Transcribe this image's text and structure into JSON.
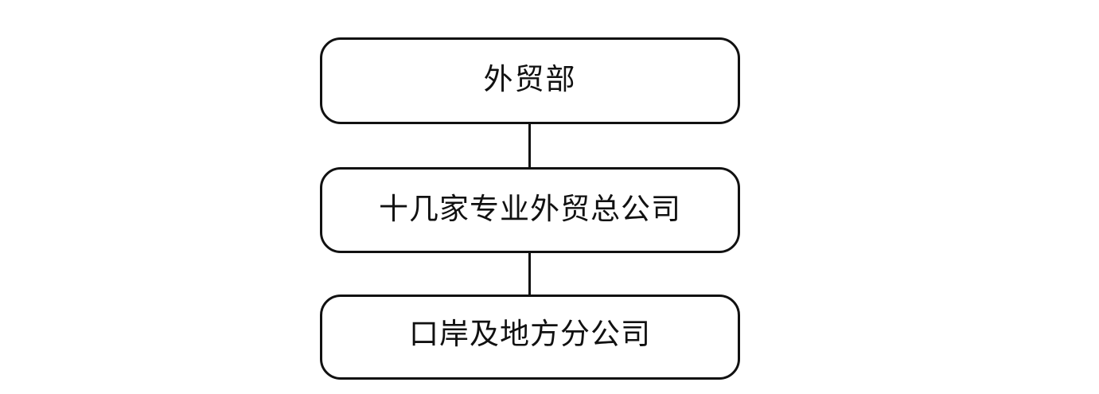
{
  "diagram": {
    "type": "vertical-hierarchy-flowchart",
    "orientation": "top-to-bottom",
    "background_color": "#ffffff",
    "stroke_color": "#111111",
    "text_color": "#111111",
    "nodes": [
      {
        "id": "node-1",
        "level": 1,
        "label": "外贸部",
        "shape": "rounded-rectangle"
      },
      {
        "id": "node-2",
        "level": 2,
        "label": "十几家专业外贸总公司",
        "shape": "rounded-rectangle"
      },
      {
        "id": "node-3",
        "level": 3,
        "label": "口岸及地方分公司",
        "shape": "rounded-rectangle"
      }
    ],
    "connectors": [
      {
        "id": "connector-1",
        "from": "node-1",
        "to": "node-2",
        "style": "straight-vertical-line"
      },
      {
        "id": "connector-2",
        "from": "node-2",
        "to": "node-3",
        "style": "straight-vertical-line"
      }
    ]
  }
}
